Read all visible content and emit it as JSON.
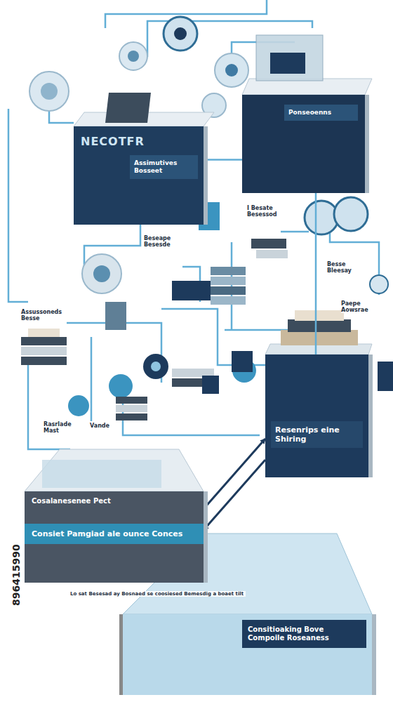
{
  "diagram": {
    "nodes": [
      {
        "text": [
          "NECOTFR",
          "Assimutives Bosseet"
        ]
      },
      {
        "text": [
          "Ponseoenns"
        ]
      },
      {
        "text": [
          "Resenrips eine Shiring"
        ]
      },
      {
        "text": [
          "Cosalanesenee Pect",
          "Consiet Pamgiad ale ounce Conces"
        ]
      },
      {
        "text": [
          "Consitioaking Bove Compoile Roseaness"
        ]
      }
    ],
    "edges": [
      {
        "from": 0,
        "to": 1,
        "arrow": "none"
      },
      {
        "from": 1,
        "to": 2,
        "arrow": "none"
      },
      {
        "from": 3,
        "to": 2,
        "arrow": "to"
      },
      {
        "from": 2,
        "to": 3,
        "arrow": "to"
      }
    ],
    "labels": [
      "I Besate Besessod",
      "Beseape Besesde",
      "Assussoneds Besse",
      "Rasrlade Mast",
      "Vande",
      "Besse Bleesay",
      "Paepe Aowsrae",
      "896415990",
      "Lo sat Besesad ay Bosnaed se coosiesed Bemesdig a boaet tilt"
    ]
  }
}
